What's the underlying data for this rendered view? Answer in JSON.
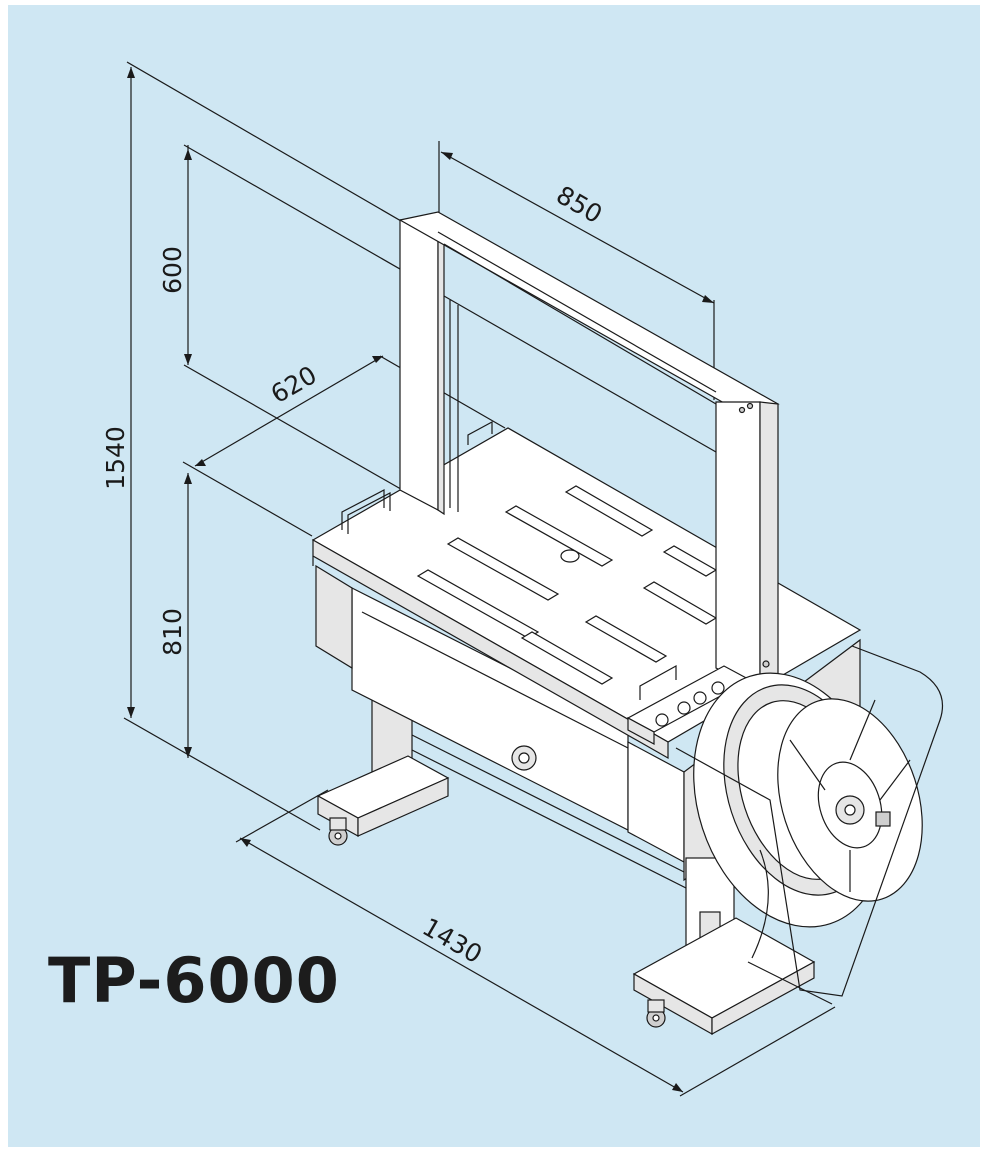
{
  "model": {
    "name": "TP-6000"
  },
  "dimensions": {
    "overall_height": "1540",
    "table_height": "810",
    "arch_height": "600",
    "table_depth": "620",
    "arch_width": "850",
    "overall_length": "1430"
  },
  "colors": {
    "background": "#cfe7f3",
    "line": "#1a1a1a",
    "text": "#1c1c1c"
  }
}
